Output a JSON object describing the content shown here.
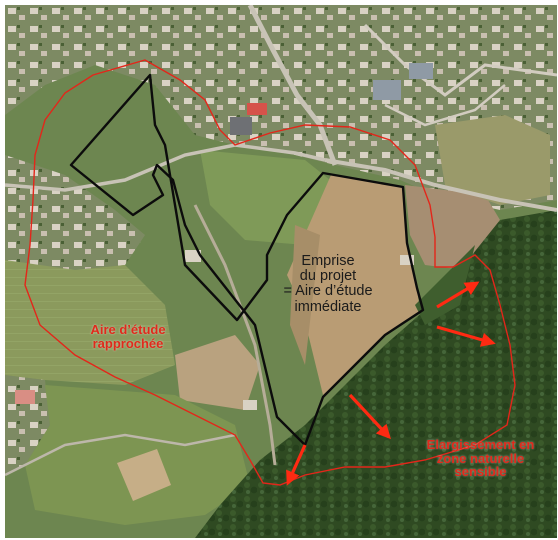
{
  "labels": {
    "project": {
      "lines": [
        "Emprise",
        "du projet",
        "= Aire d’étude",
        "immédiate"
      ]
    },
    "approach_area": {
      "lines": [
        "Aire d’étude",
        "rapprochée"
      ]
    },
    "widening": {
      "lines": [
        "Elargissement en",
        "zone naturelle",
        "sensible"
      ]
    }
  },
  "colors": {
    "study_area_outline": "#e3261a",
    "project_outline": "#0c0c0c",
    "arrows": "#ff2a12",
    "forest": "#2e4a22",
    "fields": "#8a9a5c",
    "project_field": "#b89c76",
    "roads": "#c8c3b6",
    "roofs": "#d9d2c4"
  }
}
